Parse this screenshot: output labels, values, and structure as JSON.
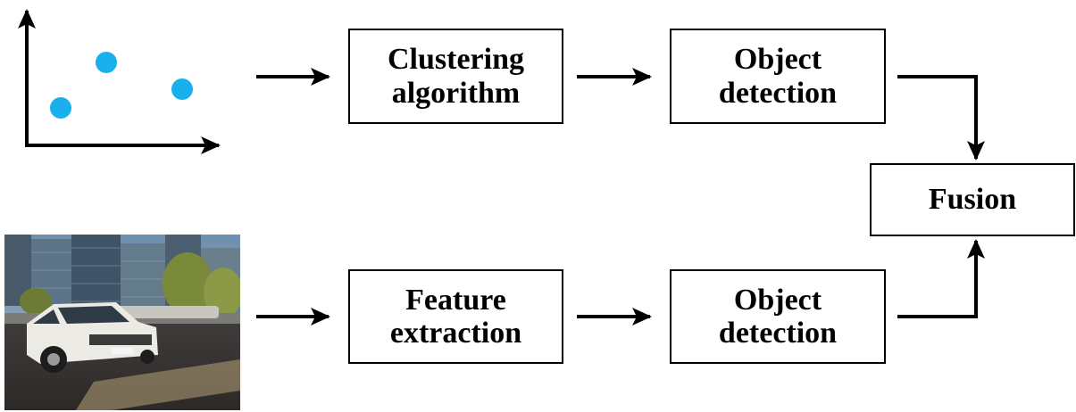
{
  "diagram": {
    "nodes": {
      "clustering": "Clustering\nalgorithm",
      "detection_top": "Object\ndetection",
      "feature": "Feature\nextraction",
      "detection_bottom": "Object\ndetection",
      "fusion": "Fusion"
    },
    "scatter_points_color": "#1ab0ee",
    "photo_subject": "white SUV on city street"
  }
}
